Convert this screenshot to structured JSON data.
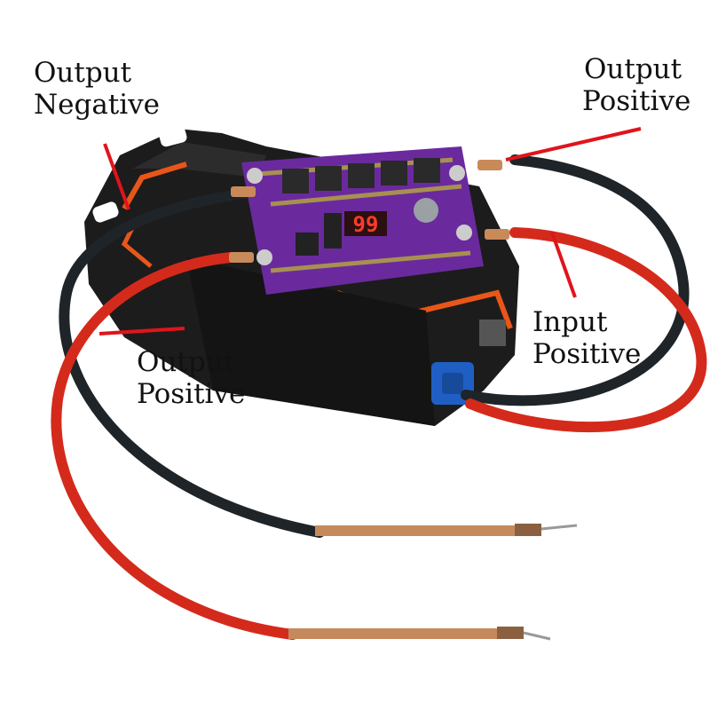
{
  "labels": {
    "output_negative": [
      "Output",
      "Negative"
    ],
    "output_positive_top": [
      "Output",
      "Positive"
    ],
    "input_positive": [
      "Input",
      "Positive"
    ],
    "output_positive_left": [
      "Output",
      "Positive"
    ]
  },
  "board": {
    "display_value": "99"
  },
  "colors": {
    "pointer": "#e0141b",
    "board": "#6a2a9e",
    "housing": "#1c1c1c",
    "accent_stripe": "#e8561a",
    "red_cable": "#d42a1c",
    "black_cable": "#1e2428",
    "copper": "#c98a5a"
  }
}
